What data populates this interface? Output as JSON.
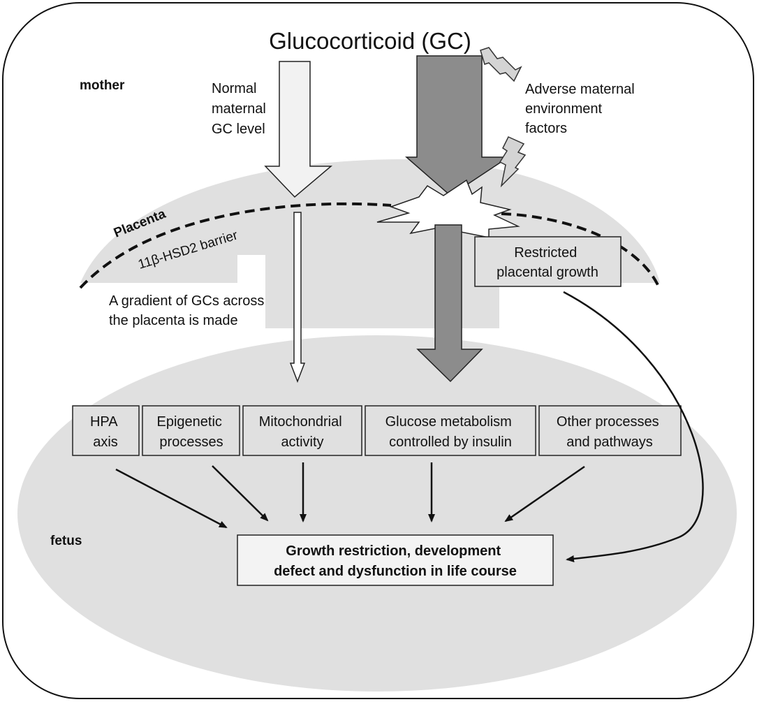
{
  "title": "Glucocorticoid (GC)",
  "regions": {
    "mother": "mother",
    "placenta": "Placenta",
    "fetus": "fetus"
  },
  "barrier_label": "11β-HSD2 barrier",
  "normal_gc_label": [
    "Normal",
    "maternal",
    "GC level"
  ],
  "adverse_label": [
    "Adverse maternal",
    "environment",
    "factors"
  ],
  "gradient_label": [
    "A gradient of GCs across",
    "the placenta is made"
  ],
  "restricted_box": [
    "Restricted",
    "placental growth"
  ],
  "processes": [
    {
      "lines": [
        "HPA",
        "axis"
      ]
    },
    {
      "lines": [
        "Epigenetic",
        "processes"
      ]
    },
    {
      "lines": [
        "Mitochondrial",
        "activity"
      ]
    },
    {
      "lines": [
        "Glucose metabolism",
        "controlled by insulin"
      ]
    },
    {
      "lines": [
        "Other processes",
        "and pathways"
      ]
    }
  ],
  "outcome_box": [
    "Growth restriction, development",
    "defect and dysfunction in life course"
  ],
  "colors": {
    "frame": "#111111",
    "region_fill": "#e0e0e0",
    "normal_arrow": "#f2f2f2",
    "gc_arrow": "#8c8c8c",
    "box_fill": "#e0e0e0",
    "outcome_fill": "#f3f3f3",
    "lightning": "#d4d4d4"
  }
}
